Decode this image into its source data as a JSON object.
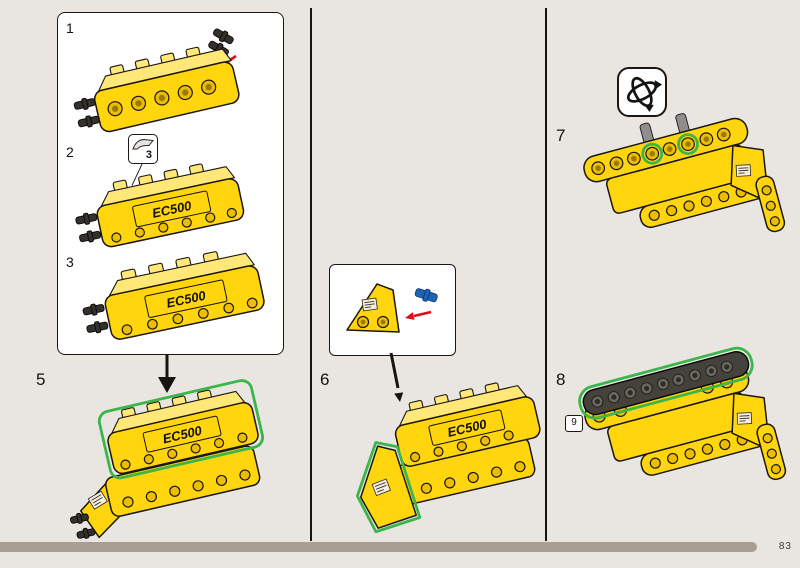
{
  "page": {
    "number": "83"
  },
  "steps": {
    "s1": {
      "label": "1"
    },
    "s2": {
      "label": "2",
      "sticker_callout": "3"
    },
    "s3": {
      "label": "3"
    },
    "s5": {
      "label": "5"
    },
    "s6": {
      "label": "6"
    },
    "s7": {
      "label": "7"
    },
    "s8": {
      "label": "8",
      "part_callout": "9"
    }
  },
  "stickers": {
    "ec500": "EC500"
  },
  "icons": {
    "rotate": "rotate-model-icon",
    "sticker_flap": "apply-sticker-icon"
  },
  "colors": {
    "background": "#e9e6e2",
    "lego_yellow": "#ffd60d",
    "highlight_green": "#3cb54a",
    "arrow_red": "#e30b17",
    "pin_blue": "#1d64b6",
    "beam_dark_gray": "#45423c",
    "footer_bar": "#a89e94"
  }
}
